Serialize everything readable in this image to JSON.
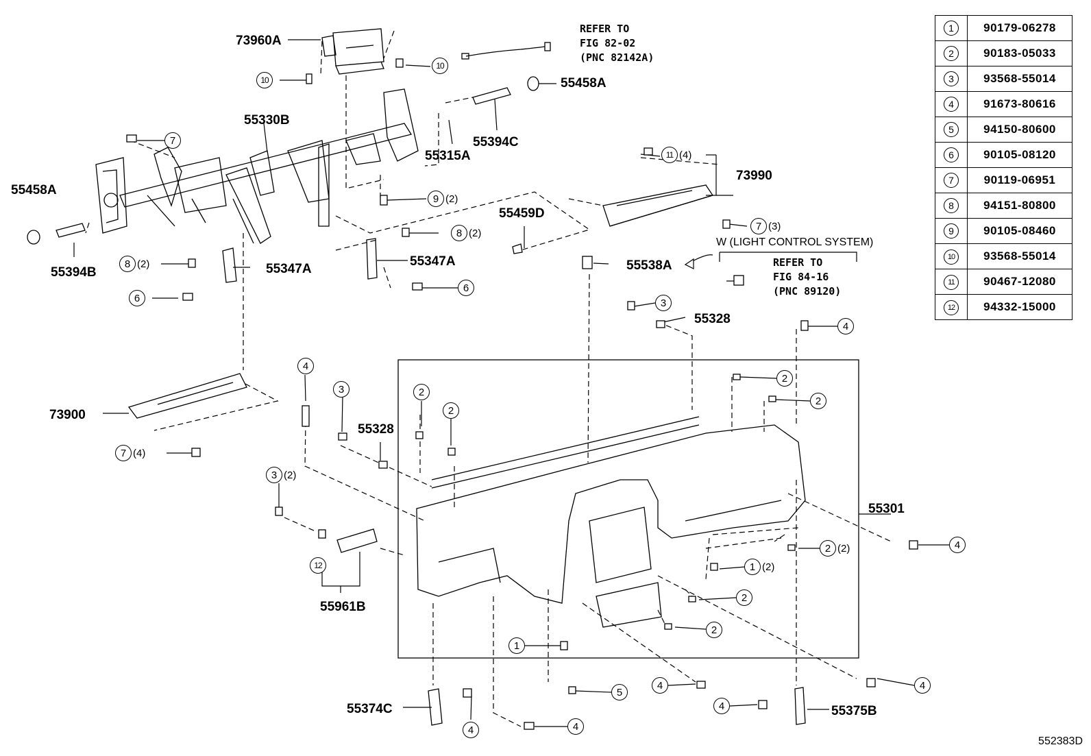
{
  "diagram_id": "552383D",
  "parts": {
    "p73960A": "73960A",
    "p55458A_top": "55458A",
    "p55330B": "55330B",
    "p55394C": "55394C",
    "p55315A": "55315A",
    "p55458A_left": "55458A",
    "p55394B": "55394B",
    "p55347A_left": "55347A",
    "p55347A_mid": "55347A",
    "p73990": "73990",
    "p55459D": "55459D",
    "p55538A": "55538A",
    "p55328_right": "55328",
    "p73900": "73900",
    "p55328_mid": "55328",
    "p55961B": "55961B",
    "p55301": "55301",
    "p55374C": "55374C",
    "p55375B": "55375B"
  },
  "notes": {
    "refer_82": "REFER TO\nFIG 82-02\n(PNC 82142A)",
    "light_control": "W (LIGHT CONTROL SYSTEM)",
    "refer_84": "REFER TO\nFIG 84-16\n(PNC 89120)"
  },
  "callouts": [
    {
      "n": "10",
      "q": ""
    },
    {
      "n": "10",
      "q": ""
    },
    {
      "n": "7",
      "q": ""
    },
    {
      "n": "9",
      "q": "(2)"
    },
    {
      "n": "8",
      "q": "(2)"
    },
    {
      "n": "8",
      "q": "(2)"
    },
    {
      "n": "6",
      "q": ""
    },
    {
      "n": "6",
      "q": ""
    },
    {
      "n": "11",
      "q": "(4)"
    },
    {
      "n": "7",
      "q": "(3)"
    },
    {
      "n": "3",
      "q": ""
    },
    {
      "n": "4",
      "q": ""
    },
    {
      "n": "4",
      "q": ""
    },
    {
      "n": "3",
      "q": ""
    },
    {
      "n": "2",
      "q": ""
    },
    {
      "n": "2",
      "q": ""
    },
    {
      "n": "2",
      "q": ""
    },
    {
      "n": "2",
      "q": ""
    },
    {
      "n": "7",
      "q": "(4)"
    },
    {
      "n": "3",
      "q": "(2)"
    },
    {
      "n": "12",
      "q": ""
    },
    {
      "n": "2",
      "q": "(2)"
    },
    {
      "n": "1",
      "q": "(2)"
    },
    {
      "n": "2",
      "q": ""
    },
    {
      "n": "2",
      "q": ""
    },
    {
      "n": "4",
      "q": ""
    },
    {
      "n": "1",
      "q": ""
    },
    {
      "n": "5",
      "q": ""
    },
    {
      "n": "4",
      "q": ""
    },
    {
      "n": "4",
      "q": ""
    },
    {
      "n": "4",
      "q": ""
    },
    {
      "n": "4",
      "q": ""
    },
    {
      "n": "4",
      "q": ""
    }
  ],
  "legend": [
    {
      "num": "1",
      "part": "90179-06278"
    },
    {
      "num": "2",
      "part": "90183-05033"
    },
    {
      "num": "3",
      "part": "93568-55014"
    },
    {
      "num": "4",
      "part": "91673-80616"
    },
    {
      "num": "5",
      "part": "94150-80600"
    },
    {
      "num": "6",
      "part": "90105-08120"
    },
    {
      "num": "7",
      "part": "90119-06951"
    },
    {
      "num": "8",
      "part": "94151-80800"
    },
    {
      "num": "9",
      "part": "90105-08460"
    },
    {
      "num": "10",
      "part": "93568-55014"
    },
    {
      "num": "11",
      "part": "90467-12080"
    },
    {
      "num": "12",
      "part": "94332-15000"
    }
  ]
}
